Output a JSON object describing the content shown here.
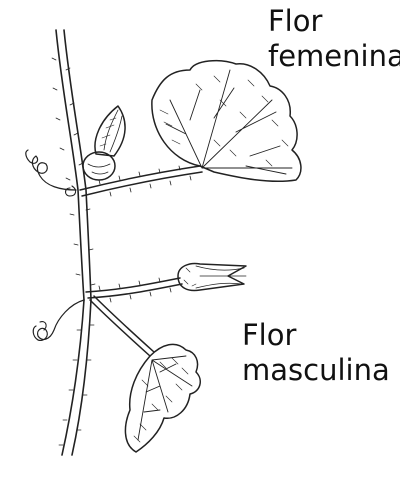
{
  "labels": {
    "female_line1": "Flor",
    "female_line2": "femenina",
    "male_line1": "Flor",
    "male_line2": "masculina"
  },
  "icons": {
    "plant": "pumpkin-vine-illustration-icon"
  },
  "colors": {
    "ink": "#222222",
    "background": "#ffffff"
  }
}
